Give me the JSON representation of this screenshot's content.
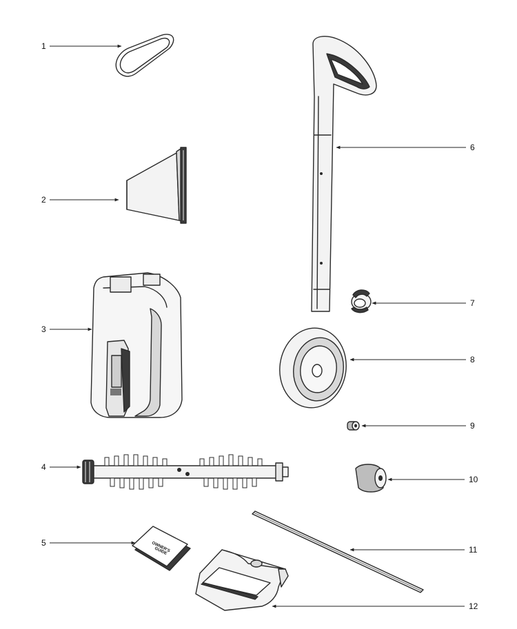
{
  "diagram": {
    "line_color": "#222222",
    "part_fill": "#f3f3f3",
    "shade": "#d8d8d8",
    "dark": "#3a3a3a",
    "callouts": [
      {
        "num": "1",
        "part": "belt-icon"
      },
      {
        "num": "2",
        "part": "crevice-tool-icon"
      },
      {
        "num": "3",
        "part": "dirt-cup-icon"
      },
      {
        "num": "4",
        "part": "brushroll-icon"
      },
      {
        "num": "5",
        "part": "owners-guide-icon"
      },
      {
        "num": "6",
        "part": "handle-icon"
      },
      {
        "num": "7",
        "part": "hose-clip-icon"
      },
      {
        "num": "8",
        "part": "wheel-icon"
      },
      {
        "num": "9",
        "part": "small-bushing-icon"
      },
      {
        "num": "10",
        "part": "end-cap-icon"
      },
      {
        "num": "11",
        "part": "axle-rod-icon"
      },
      {
        "num": "12",
        "part": "base-plate-icon"
      }
    ],
    "guide_text": [
      "OWNER'S",
      "GUIDE"
    ]
  }
}
